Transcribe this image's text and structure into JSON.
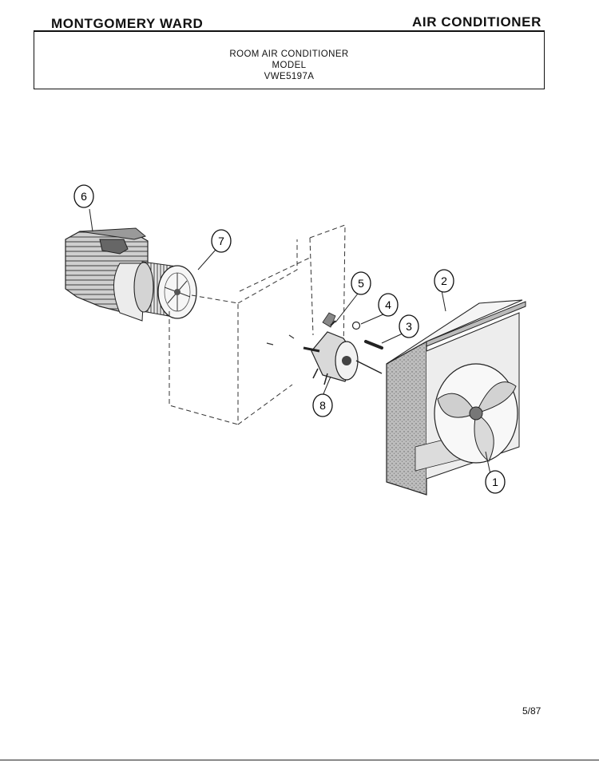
{
  "header": {
    "brand": "MONTGOMERY WARD",
    "category": "AIR CONDITIONER"
  },
  "title_box": {
    "line1": "ROOM AIR CONDITIONER",
    "line2": "MODEL",
    "line3": "VWE5197A"
  },
  "diagram": {
    "callouts": [
      {
        "id": "callout-1",
        "label": "1"
      },
      {
        "id": "callout-2",
        "label": "2"
      },
      {
        "id": "callout-3",
        "label": "3"
      },
      {
        "id": "callout-4",
        "label": "4"
      },
      {
        "id": "callout-5",
        "label": "5"
      },
      {
        "id": "callout-6",
        "label": "6"
      },
      {
        "id": "callout-7",
        "label": "7"
      },
      {
        "id": "callout-8",
        "label": "8"
      }
    ]
  },
  "footer": {
    "page_code": "5/87"
  }
}
